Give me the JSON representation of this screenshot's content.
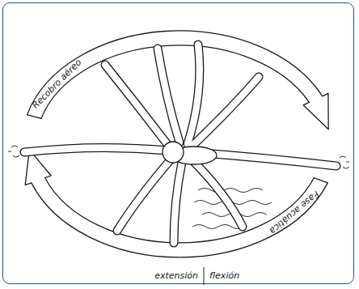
{
  "diagram": {
    "labels": [
      "Recobro aéreo",
      "Fase acuática",
      "extensión",
      "flexión"
    ]
  }
}
